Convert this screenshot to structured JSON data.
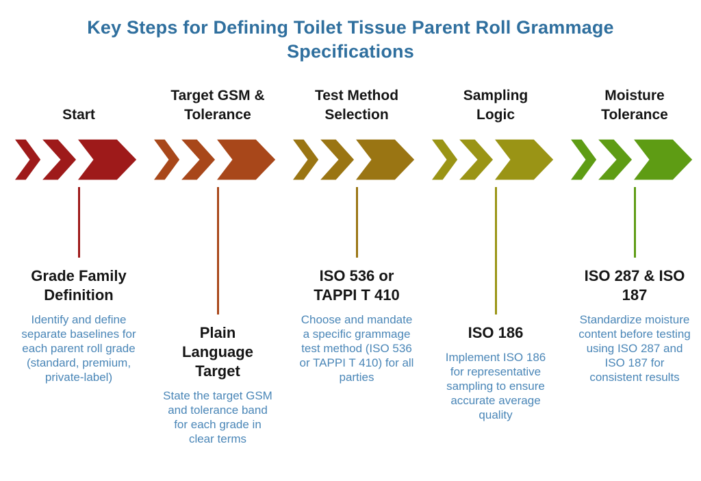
{
  "title": "Key Steps for Defining Toilet Tissue Parent Roll Grammage Specifications",
  "colors": {
    "title_text": "#2F6F9E",
    "heading_text": "#151515",
    "body_text": "#4A86B7",
    "background": "#FFFFFF",
    "step_red": "#9E1A1A",
    "step_rust": "#A8471A",
    "step_goldenrod": "#9A7513",
    "step_olive": "#9A9415",
    "step_green": "#5E9C14"
  },
  "steps": [
    {
      "header": "Start",
      "color": "#9E1A1A",
      "title": "Grade Family Definition",
      "description": "Identify and define separate baselines for each parent roll grade (standard, premium, private-label)"
    },
    {
      "header": "Target GSM & Tolerance",
      "color": "#A8471A",
      "title": "Plain Language Target",
      "description": "State the target GSM and tolerance band for each grade in clear terms"
    },
    {
      "header": "Test Method Selection",
      "color": "#9A7513",
      "title": "ISO 536 or TAPPI T 410",
      "description": "Choose and mandate a specific grammage test method (ISO 536 or TAPPI T 410) for all parties"
    },
    {
      "header": "Sampling Logic",
      "color": "#9A9415",
      "title": "ISO 186",
      "description": "Implement ISO 186 for representative sampling to ensure accurate average quality"
    },
    {
      "header": "Moisture Tolerance",
      "color": "#5E9C14",
      "title": "ISO 287 & ISO 187",
      "description": "Standardize moisture content before testing using ISO 287 and ISO 187 for consistent results"
    }
  ]
}
